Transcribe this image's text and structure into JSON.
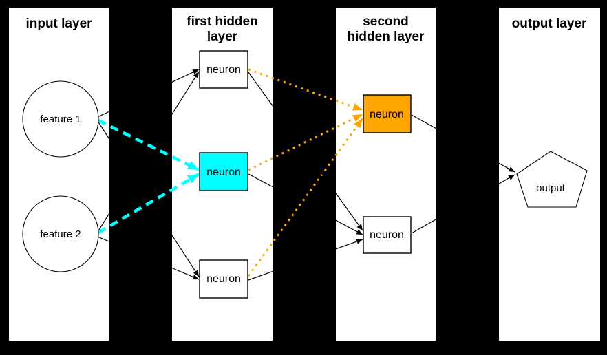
{
  "colors": {
    "background": "#000000",
    "panel": "#ffffff",
    "edge": "#000000",
    "highlight_cyan": "#00ffff",
    "highlight_orange": "#ffa500"
  },
  "panels": [
    {
      "id": "input-layer",
      "title_lines": [
        "input layer"
      ]
    },
    {
      "id": "first-hidden-layer",
      "title_lines": [
        "first hidden",
        "layer"
      ]
    },
    {
      "id": "second-hidden-layer",
      "title_lines": [
        "second",
        "hidden layer"
      ]
    },
    {
      "id": "output-layer",
      "title_lines": [
        "output layer"
      ]
    }
  ],
  "nodes": {
    "feature1": {
      "label": "feature 1",
      "shape": "circle",
      "layer": "input layer"
    },
    "feature2": {
      "label": "feature 2",
      "shape": "circle",
      "layer": "input layer"
    },
    "h1_top": {
      "label": "neuron",
      "shape": "rect",
      "layer": "first hidden layer"
    },
    "h1_mid": {
      "label": "neuron",
      "shape": "rect",
      "layer": "first hidden layer",
      "highlight": "cyan"
    },
    "h1_bot": {
      "label": "neuron",
      "shape": "rect",
      "layer": "first hidden layer"
    },
    "h2_top": {
      "label": "neuron",
      "shape": "rect",
      "layer": "second hidden layer",
      "highlight": "orange"
    },
    "h2_bot": {
      "label": "neuron",
      "shape": "rect",
      "layer": "second hidden layer"
    },
    "output": {
      "label": "output",
      "shape": "pentagon",
      "layer": "output layer"
    }
  },
  "edges": [
    {
      "from": "feature1",
      "to": "h1_top",
      "style": "solid-black"
    },
    {
      "from": "feature2",
      "to": "h1_top",
      "style": "solid-black"
    },
    {
      "from": "feature1",
      "to": "h1_bot",
      "style": "solid-black"
    },
    {
      "from": "feature2",
      "to": "h1_bot",
      "style": "solid-black"
    },
    {
      "from": "feature1",
      "to": "h1_mid",
      "style": "dashed-cyan"
    },
    {
      "from": "feature2",
      "to": "h1_mid",
      "style": "dashed-cyan"
    },
    {
      "from": "h1_top",
      "to": "h2_top",
      "style": "dotted-orange"
    },
    {
      "from": "h1_mid",
      "to": "h2_top",
      "style": "dotted-orange"
    },
    {
      "from": "h1_bot",
      "to": "h2_top",
      "style": "dotted-orange"
    },
    {
      "from": "h1_top",
      "to": "h2_bot",
      "style": "solid-black"
    },
    {
      "from": "h1_mid",
      "to": "h2_bot",
      "style": "solid-black"
    },
    {
      "from": "h1_bot",
      "to": "h2_bot",
      "style": "solid-black"
    },
    {
      "from": "h2_top",
      "to": "output",
      "style": "solid-black"
    },
    {
      "from": "h2_bot",
      "to": "output",
      "style": "solid-black"
    }
  ]
}
